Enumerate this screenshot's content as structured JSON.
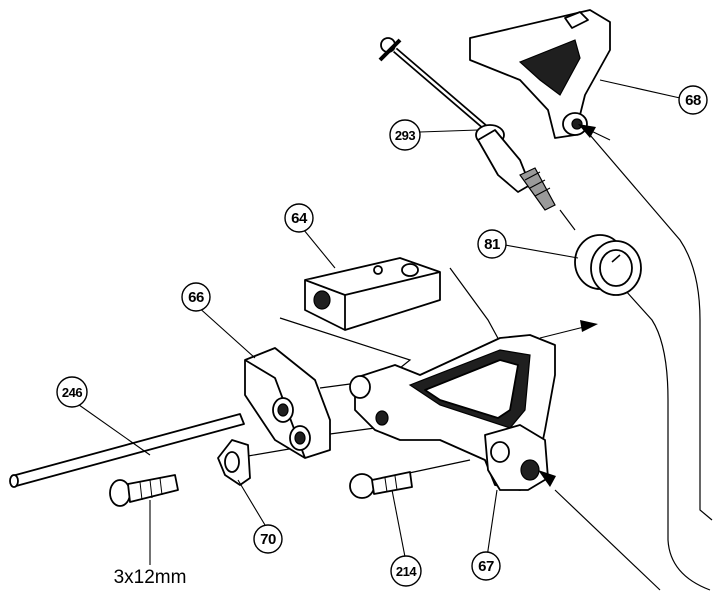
{
  "diagram": {
    "callouts": {
      "p68": "68",
      "p293": "293",
      "p64": "64",
      "p81": "81",
      "p66": "66",
      "p246": "246",
      "p70": "70",
      "p214": "214",
      "p67": "67"
    },
    "screw_size_label": "3x12mm"
  }
}
